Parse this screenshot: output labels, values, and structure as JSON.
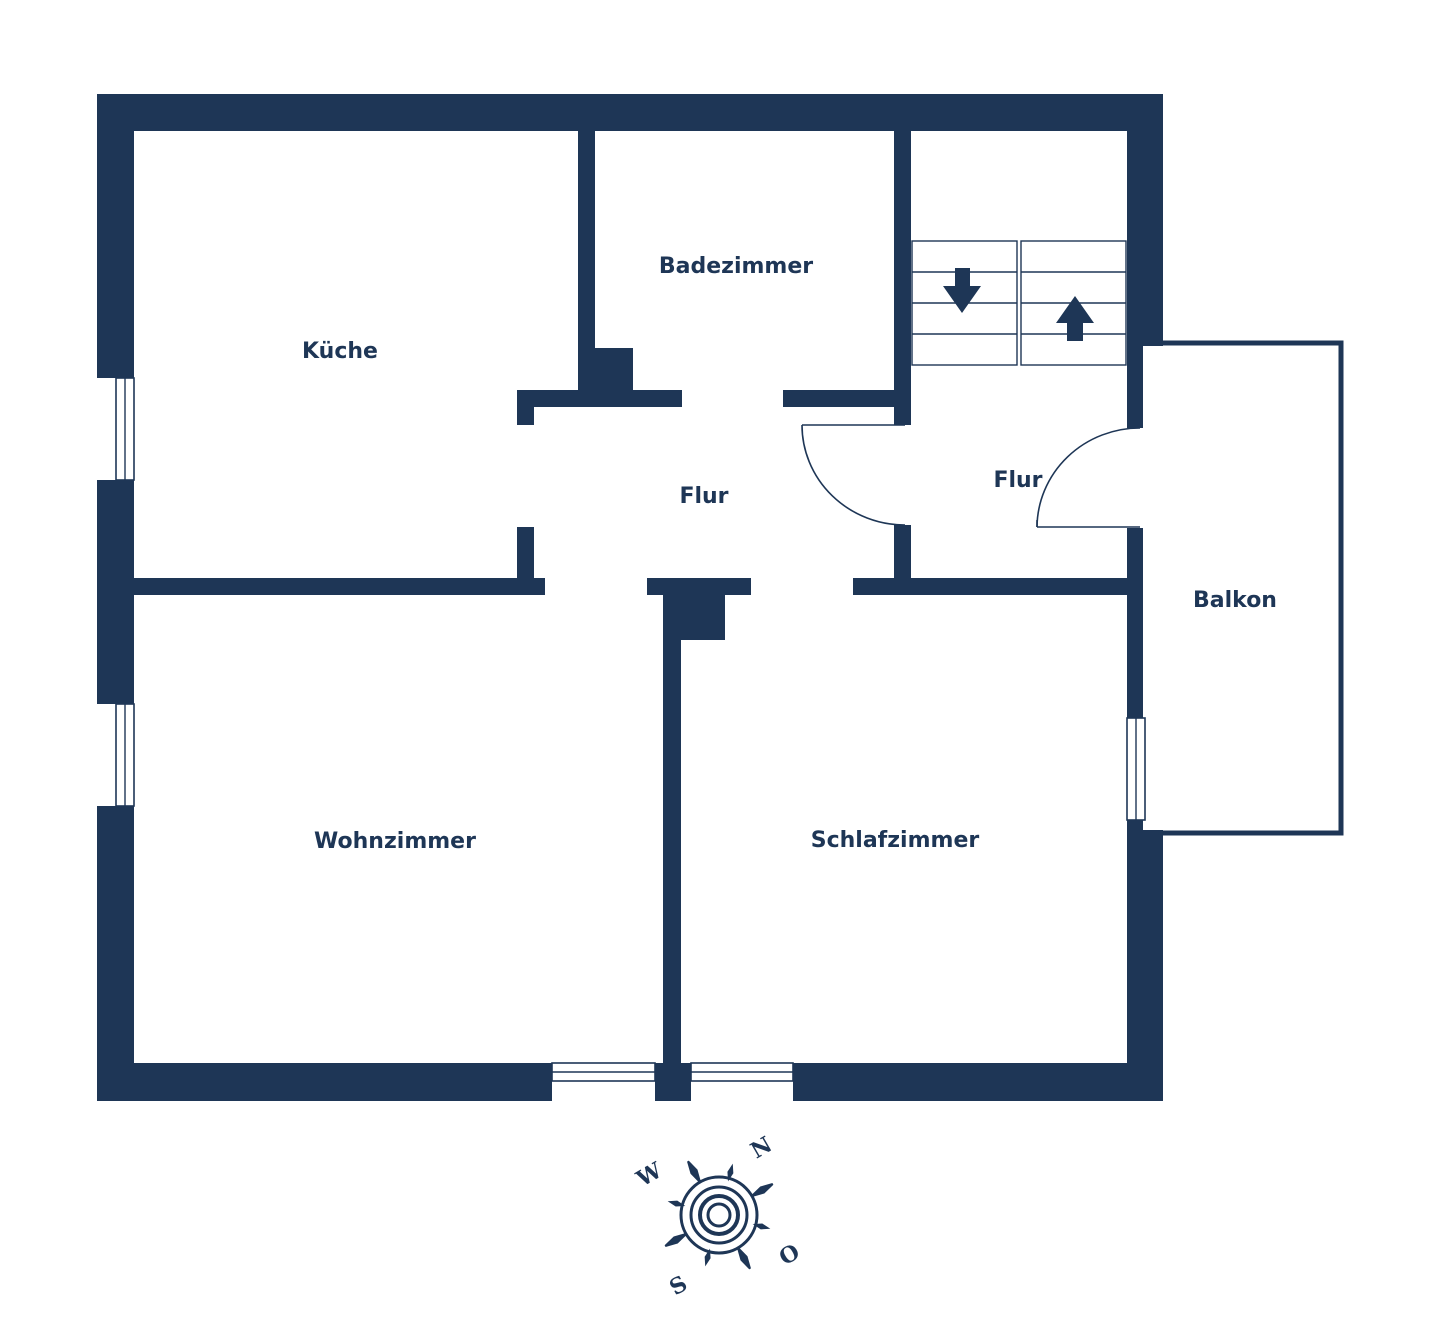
{
  "colors": {
    "wall": "#1e3656",
    "background": "#ffffff"
  },
  "rooms": {
    "kueche": "Küche",
    "badezimmer": "Badezimmer",
    "flur_main": "Flur",
    "flur_side": "Flur",
    "balkon": "Balkon",
    "wohnzimmer": "Wohnzimmer",
    "schlafzimmer": "Schlafzimmer"
  },
  "compass": {
    "north": "N",
    "south": "S",
    "west": "W",
    "east": "O"
  },
  "icons": {
    "stairs_down": "arrow-down-icon",
    "stairs_up": "arrow-up-icon"
  }
}
